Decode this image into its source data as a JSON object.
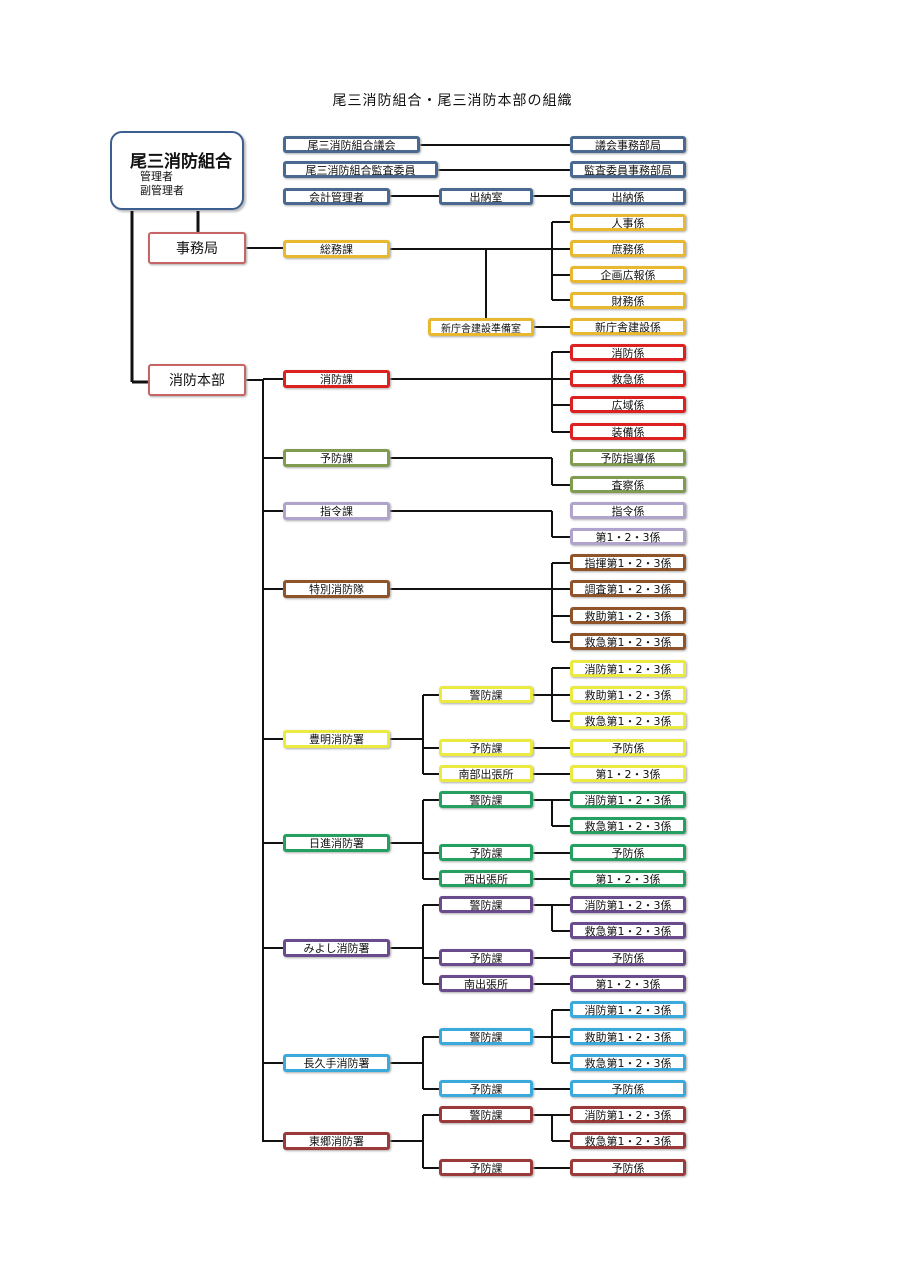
{
  "title": "尾三消防組合・尾三消防本部の組織",
  "root": {
    "name": "尾三消防組合",
    "admin": "管理者",
    "vice_admin": "副管理者"
  },
  "colors": {
    "navy": "#4a6990",
    "rose": "#c86464",
    "gold": "#e8b830",
    "red": "#dd2020",
    "olive": "#7f9c50",
    "lavender": "#b0a3cc",
    "brown": "#90542a",
    "yellow": "#eaea40",
    "green": "#25a060",
    "purple": "#6a4c8c",
    "skyblue": "#3aaadc",
    "maroon": "#9a3a3a",
    "line": "#111111"
  },
  "nodes": {
    "gikai": "尾三消防組合議会",
    "kansa": "尾三消防組合監査委員",
    "kaikei": "会計管理者",
    "suitou_shitsu": "出納室",
    "gikai_jimu": "議会事務部局",
    "kansa_jimu": "監査委員事務部局",
    "suitou_kakari": "出納係",
    "jimukyoku": "事務局",
    "soumu": "総務課",
    "jinji": "人事係",
    "shomu": "庶務係",
    "kikaku": "企画広報係",
    "zaimu": "財務係",
    "shinchousha_junbi": "新庁舎建設準備室",
    "shinchousha": "新庁舎建設係",
    "honbu": "消防本部",
    "shobouka": "消防課",
    "shobou_k": "消防係",
    "kyukyu_k": "救急係",
    "kouiki": "広域係",
    "soubi": "装備係",
    "yobouka": "予防課",
    "yobou_shidou": "予防指導係",
    "sasatsu": "査察係",
    "shireika": "指令課",
    "shirei_k": "指令係",
    "dai123": "第1・2・3係",
    "tokubetsu": "特別消防隊",
    "shiki123": "指揮第1・2・3係",
    "chousa123": "調査第1・2・3係",
    "kyujo123": "救助第1・2・3係",
    "kyukyu123": "救急第1・2・3係",
    "toyoake": "豊明消防署",
    "keibou": "警防課",
    "shobou123": "消防第1・2・3係",
    "yobou_k": "予防係",
    "nanbu": "南部出張所",
    "nisshin": "日進消防署",
    "nishi": "西出張所",
    "miyoshi": "みよし消防署",
    "minami": "南出張所",
    "nagakute": "長久手消防署",
    "togo": "東郷消防署"
  }
}
